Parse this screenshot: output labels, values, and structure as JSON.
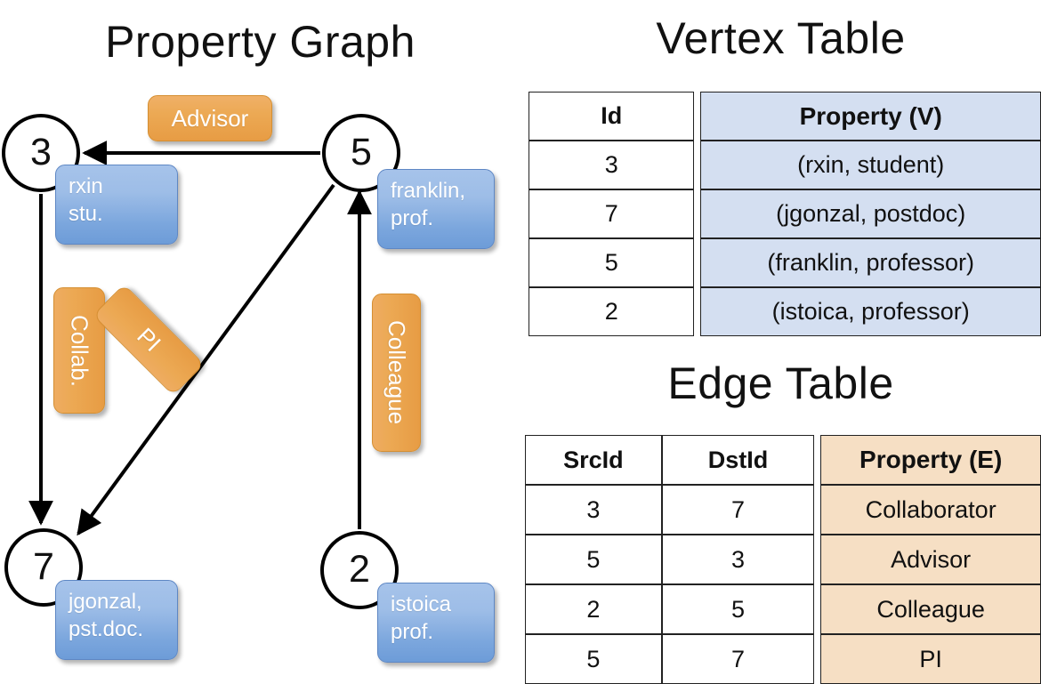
{
  "titles": {
    "graph": "Property Graph",
    "vertex_table": "Vertex Table",
    "edge_table": "Edge Table"
  },
  "graph": {
    "vertices": [
      {
        "id": "3",
        "property_line1": "rxin",
        "property_line2": "stu."
      },
      {
        "id": "5",
        "property_line1": "franklin,",
        "property_line2": "prof."
      },
      {
        "id": "7",
        "property_line1": "jgonzal,",
        "property_line2": "pst.doc."
      },
      {
        "id": "2",
        "property_line1": "istoica",
        "property_line2": "prof."
      }
    ],
    "edge_labels": [
      {
        "name": "advisor",
        "text": "Advisor"
      },
      {
        "name": "collab",
        "text": "Collab."
      },
      {
        "name": "pi",
        "text": "PI"
      },
      {
        "name": "colleague",
        "text": "Colleague"
      }
    ]
  },
  "vertex_table": {
    "headers": {
      "id": "Id",
      "property": "Property (V)"
    },
    "rows": [
      {
        "id": "3",
        "property": "(rxin, student)"
      },
      {
        "id": "7",
        "property": "(jgonzal, postdoc)"
      },
      {
        "id": "5",
        "property": "(franklin, professor)"
      },
      {
        "id": "2",
        "property": "(istoica, professor)"
      }
    ]
  },
  "edge_table": {
    "headers": {
      "src": "SrcId",
      "dst": "DstId",
      "property": "Property (E)"
    },
    "rows": [
      {
        "src": "3",
        "dst": "7",
        "property": "Collaborator"
      },
      {
        "src": "5",
        "dst": "3",
        "property": "Advisor"
      },
      {
        "src": "2",
        "dst": "5",
        "property": "Colleague"
      },
      {
        "src": "5",
        "dst": "7",
        "property": "PI"
      }
    ]
  },
  "colors": {
    "vertex_property_fill": "#9dbde7",
    "edge_label_fill": "#eca954",
    "vertex_table_highlight": "#d4dff1",
    "edge_table_highlight": "#f6dfc4",
    "stroke": "#000000"
  }
}
